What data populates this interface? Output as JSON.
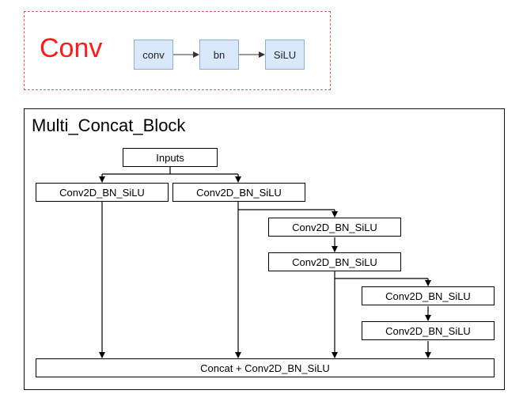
{
  "conv_panel": {
    "title": "Conv",
    "steps": [
      "conv",
      "bn",
      "SiLU"
    ]
  },
  "multi_concat_block": {
    "title": "Multi_Concat_Block",
    "nodes": {
      "inputs": "Inputs",
      "branch_left": "Conv2D_BN_SiLU",
      "branch_right": "Conv2D_BN_SiLU",
      "mid_1": "Conv2D_BN_SiLU",
      "mid_2": "Conv2D_BN_SiLU",
      "deep_1": "Conv2D_BN_SiLU",
      "deep_2": "Conv2D_BN_SiLU",
      "concat": "Concat + Conv2D_BN_SiLU"
    }
  },
  "colors": {
    "conv_title": "#ff1a1a",
    "conv_box_fill": "#dae8fc",
    "conv_box_border": "#8aaed8",
    "panel_dash": "#e05a5a"
  }
}
